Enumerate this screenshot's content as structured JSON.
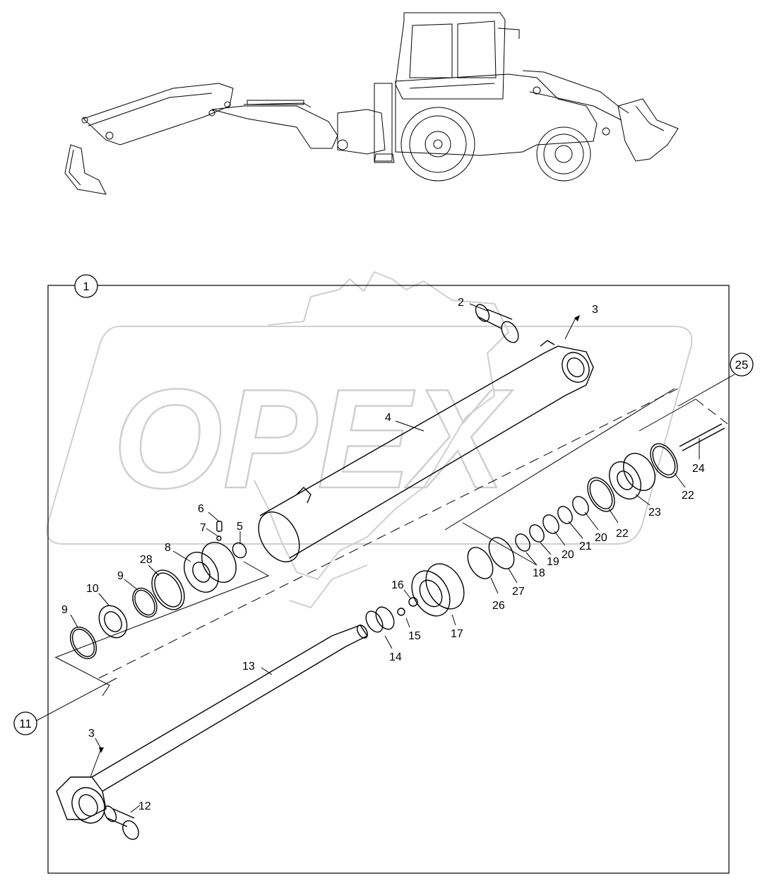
{
  "diagram": {
    "assembly_label": "1",
    "group_labels": {
      "piston_group": "11",
      "rod_seal_group": "25"
    },
    "watermark": "OPEX",
    "parts": [
      {
        "id": "p2",
        "label": "2"
      },
      {
        "id": "p3a",
        "label": "3"
      },
      {
        "id": "p4",
        "label": "4"
      },
      {
        "id": "p5",
        "label": "5"
      },
      {
        "id": "p6",
        "label": "6"
      },
      {
        "id": "p7",
        "label": "7"
      },
      {
        "id": "p8",
        "label": "8"
      },
      {
        "id": "p28",
        "label": "28"
      },
      {
        "id": "p9a",
        "label": "9"
      },
      {
        "id": "p10",
        "label": "10"
      },
      {
        "id": "p9b",
        "label": "9"
      },
      {
        "id": "p13",
        "label": "13"
      },
      {
        "id": "p3b",
        "label": "3"
      },
      {
        "id": "p12",
        "label": "12"
      },
      {
        "id": "p14",
        "label": "14"
      },
      {
        "id": "p15",
        "label": "15"
      },
      {
        "id": "p16",
        "label": "16"
      },
      {
        "id": "p17",
        "label": "17"
      },
      {
        "id": "p26",
        "label": "26"
      },
      {
        "id": "p27",
        "label": "27"
      },
      {
        "id": "p18",
        "label": "18"
      },
      {
        "id": "p19",
        "label": "19"
      },
      {
        "id": "p20a",
        "label": "20"
      },
      {
        "id": "p21",
        "label": "21"
      },
      {
        "id": "p20b",
        "label": "20"
      },
      {
        "id": "p22a",
        "label": "22"
      },
      {
        "id": "p23",
        "label": "23"
      },
      {
        "id": "p22b",
        "label": "22"
      },
      {
        "id": "p24",
        "label": "24"
      }
    ]
  }
}
